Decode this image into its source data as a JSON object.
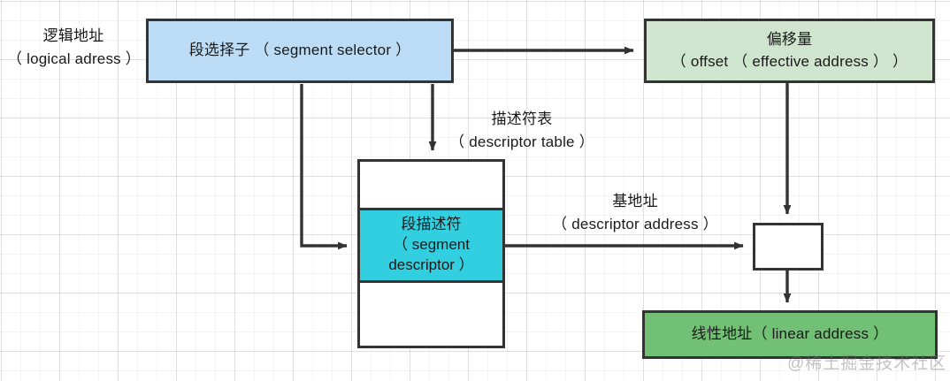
{
  "diagram": {
    "title_hidden": "x86 segmentation address translation",
    "colors": {
      "segment_selector_fill": "#bcdcf5",
      "offset_fill": "#cfe5cd",
      "segment_descriptor_fill": "#31cfe0",
      "linear_address_fill": "#72c075",
      "stroke": "#333333",
      "text": "#1a1a1a",
      "grid": "#e8e8e8",
      "watermark": "#9a9a9a"
    },
    "nodes": {
      "logical_address_label": "逻辑地址\n（ logical adress ）",
      "segment_selector": "段选择子\n（ segment selector ）",
      "offset": "偏移量\n（ offset （ effective address ） ）",
      "descriptor_table_label": "描述符表\n（ descriptor table ）",
      "descriptor_table_rows": [
        {
          "text": "",
          "fill": "#ffffff"
        },
        {
          "text": "段描述符\n（ segment\ndescriptor ）",
          "fill": "#31cfe0"
        },
        {
          "text": "",
          "fill": "#ffffff"
        }
      ],
      "base_address_label": "基地址\n（ descriptor address ）",
      "adder_box": "",
      "linear_address": "线性地址（ linear address ）"
    },
    "edges": [
      {
        "name": "selector-to-offset",
        "from": "segment-selector-box",
        "to": "offset-box",
        "style": "arrow"
      },
      {
        "name": "selector-to-descriptor-row",
        "from": "segment-selector-box",
        "to": "segment-descriptor-row",
        "style": "arrow"
      },
      {
        "name": "selector-to-descriptor-table",
        "from": "segment-selector-box",
        "to": "descriptor-table",
        "style": "arrow"
      },
      {
        "name": "descriptor-to-adder",
        "from": "segment-descriptor-row",
        "to": "adder-box",
        "style": "arrow"
      },
      {
        "name": "offset-to-adder",
        "from": "offset-box",
        "to": "adder-box",
        "style": "arrow"
      },
      {
        "name": "adder-to-linear-address",
        "from": "adder-box",
        "to": "linear-address-box",
        "style": "arrow"
      }
    ],
    "watermark": "@稀土掘金技术社区"
  }
}
